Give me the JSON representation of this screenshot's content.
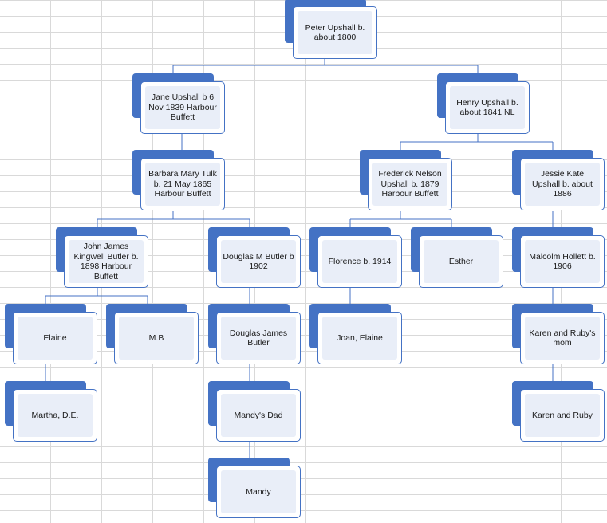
{
  "family_tree": {
    "nodes": {
      "peter": "Peter Upshall b. about 1800",
      "jane": "Jane Upshall b 6 Nov 1839 Harbour Buffett",
      "henry": "Henry Upshall b. about 1841 NL",
      "barbara": "Barbara Mary Tulk b. 21 May 1865 Harbour Buffett",
      "frederick": "Frederick Nelson Upshall b. 1879 Harbour Buffett",
      "jessie": "Jessie Kate Upshall b. about 1886",
      "john": "John James Kingwell Butler b. 1898 Harbour Buffett",
      "douglas_m": "Douglas M Butler b 1902",
      "florence": "Florence b. 1914",
      "esther": "Esther",
      "malcolm": "Malcolm Hollett b. 1906",
      "elaine": "Elaine",
      "mb": "M.B",
      "douglas_james": "Douglas James Butler",
      "joan_elaine": "Joan, Elaine",
      "karen_ruby_mom": "Karen and Ruby's mom",
      "martha": "Martha, D.E.",
      "mandys_dad": "Mandy's Dad",
      "karen_ruby": "Karen and Ruby",
      "mandy": "Mandy"
    }
  }
}
